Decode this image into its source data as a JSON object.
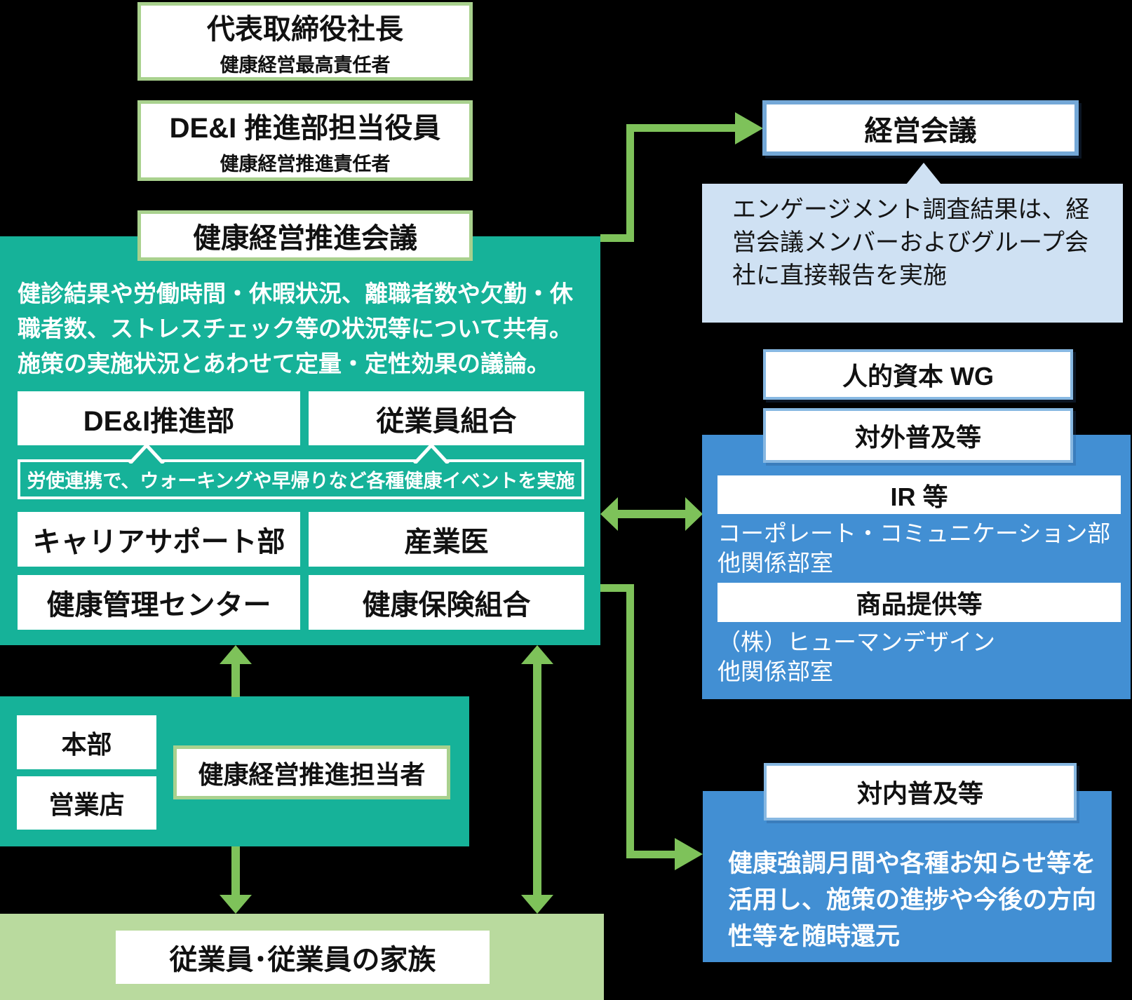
{
  "colors": {
    "background": "#000000",
    "teal": "#16b299",
    "arrow_green": "#7ec25a",
    "pale_green_border": "#a9d18e",
    "light_green_box": "#b9da9e",
    "blue_box": "#428fd3",
    "blue_border_dark": "#74a8d7",
    "blue_border_light": "#87b8e2",
    "callout_blue": "#cfe1f3"
  },
  "top": {
    "president": {
      "title": "代表取締役社長",
      "subtitle": "健康経営最高責任者"
    },
    "dei_officer": {
      "title": "DE&I 推進部担当役員",
      "subtitle": "健康経営推進責任者"
    }
  },
  "council": {
    "title": "健康経営推進会議",
    "description": "健診結果や労働時間・休暇状況、離職者数や欠勤・休\n職者数、ストレスチェック等の状況等について共有。\n施策の実施状況とあわせて定量・定性効果の議論。",
    "members": [
      "DE&I推進部",
      "従業員組合",
      "キャリアサポート部",
      "産業医",
      "健康管理センター",
      "健康保険組合"
    ],
    "labor_note": "労使連携で、ウォーキングや早帰りなど各種健康イベントを実施"
  },
  "management_meeting": {
    "title": "経営会議",
    "callout": "エンゲージメント調査結果は、経\n営会議メンバーおよびグループ会\n社に直接報告を実施"
  },
  "right": {
    "human_capital_wg": "人的資本 WG",
    "external": {
      "title": "対外普及等",
      "ir_title": "IR 等",
      "ir_lines": "コーポレート・コミュニケーション部\n他関係部室",
      "products_title": "商品提供等",
      "products_lines": "（株）ヒューマンデザイン\n他関係部室"
    },
    "internal": {
      "title": "対内普及等",
      "note": "健康強調月間や各種お知らせ等を\n活用し、施策の進捗や今後の方向\n性等を随時還元"
    }
  },
  "field": {
    "honbu": "本部",
    "eigyoten": "営業店",
    "promoter": "健康経営推進担当者"
  },
  "employees": {
    "title": "従業員･従業員の家族"
  }
}
